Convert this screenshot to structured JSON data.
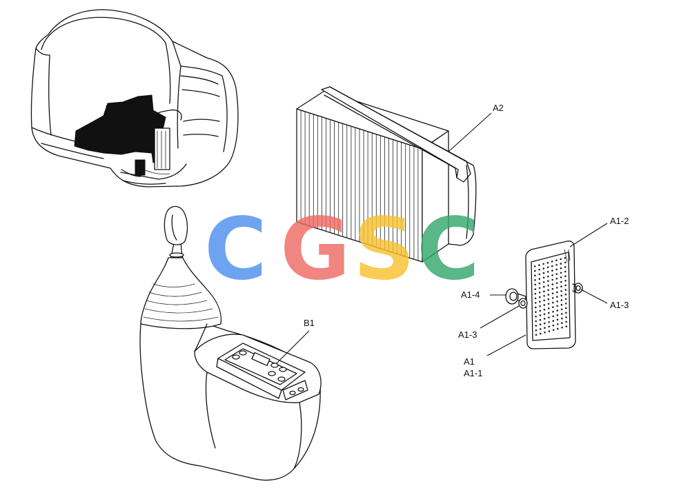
{
  "callouts": {
    "a2": "A2",
    "a1_2": "A1-2",
    "a1_4": "A1-4",
    "a1_3_right": "A1-3",
    "a1_3_left": "A1-3",
    "b1": "B1",
    "a1": "A1",
    "a1_1": "A1-1"
  },
  "watermark": {
    "letters": [
      "C",
      "G",
      "S",
      "C"
    ],
    "colors": [
      "#4f8ff0",
      "#ef6b63",
      "#f7c230",
      "#35a86e"
    ]
  }
}
